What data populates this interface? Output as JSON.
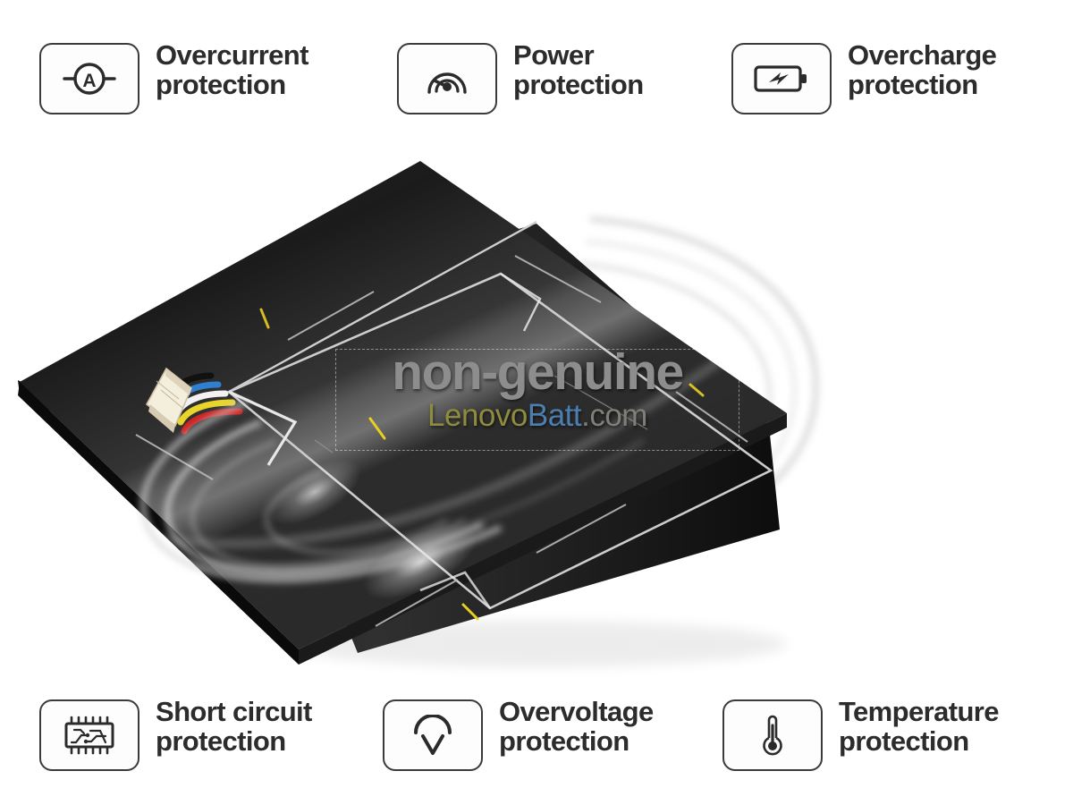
{
  "page": {
    "background_color": "#ffffff",
    "text_color": "#2c2c2c"
  },
  "features_top": [
    {
      "id": "overcurrent",
      "icon": "ammeter-icon",
      "label": "Overcurrent\nprotection"
    },
    {
      "id": "power",
      "icon": "gauge-icon",
      "label": "Power\nprotection"
    },
    {
      "id": "overcharge",
      "icon": "battery-bolt-icon",
      "label": "Overcharge\nprotection"
    }
  ],
  "features_bottom": [
    {
      "id": "shortcircuit",
      "icon": "chip-icon",
      "label": "Short circuit\nprotection"
    },
    {
      "id": "overvoltage",
      "icon": "voltmeter-icon",
      "label": "Overvoltage\nprotection"
    },
    {
      "id": "temperature",
      "icon": "thermometer-icon",
      "label": "Temperature\nprotection"
    }
  ],
  "product": {
    "name": "laptop-battery-pouch-cell",
    "body_color": "#121212",
    "seam_color": "#c8c8c8",
    "accent_color": "#e3c21a",
    "connector_color": "#f2ead7",
    "wire_colors": [
      "#111111",
      "#2f7fd0",
      "#f4f4f4",
      "#e8d42a",
      "#cc2222"
    ]
  },
  "watermark": {
    "main_text": "non-genuine",
    "main_color": "#8d8d8d",
    "site_lenovo": "Lenovo",
    "site_batt": "Batt",
    "site_com": ".com",
    "lenovo_color": "#8f8b3f",
    "batt_color": "#4d7eb0",
    "com_color": "#7e7f76"
  }
}
